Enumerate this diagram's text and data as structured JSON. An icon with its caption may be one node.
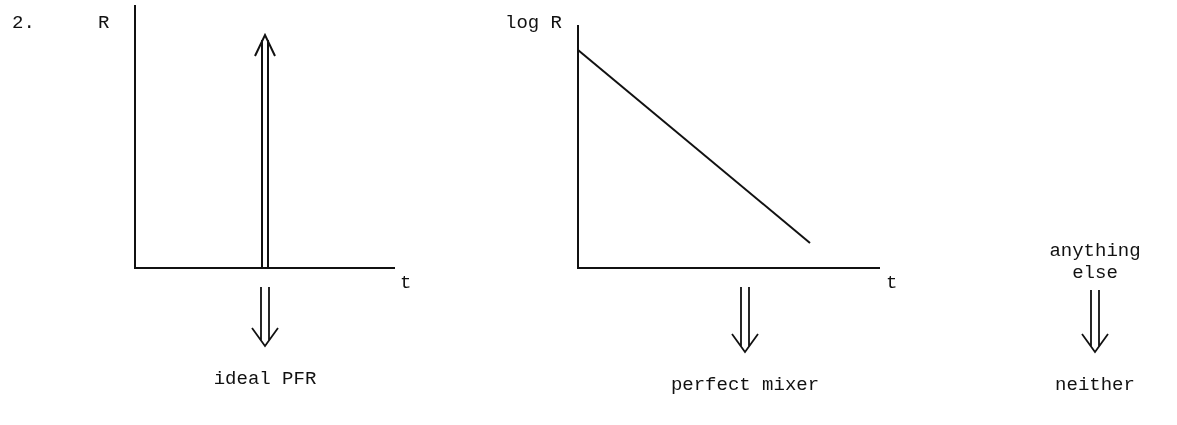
{
  "diagram": {
    "nodes": [
      {
        "text": [],
        "shape": "picture"
      },
      {
        "text": [],
        "shape": "picture"
      },
      {
        "text": [
          "anything else"
        ]
      },
      {
        "text": [
          "ideal PFR"
        ]
      },
      {
        "text": [
          "perfect mixer"
        ]
      },
      {
        "text": [
          "neither"
        ]
      }
    ],
    "edges": [
      {
        "from": 0,
        "to": 3,
        "arrow": "to"
      },
      {
        "from": 1,
        "to": 4,
        "arrow": "to"
      },
      {
        "from": 2,
        "to": 5,
        "arrow": "to"
      }
    ],
    "labels": [
      "2.",
      "R",
      "t",
      "log R",
      "t"
    ]
  }
}
